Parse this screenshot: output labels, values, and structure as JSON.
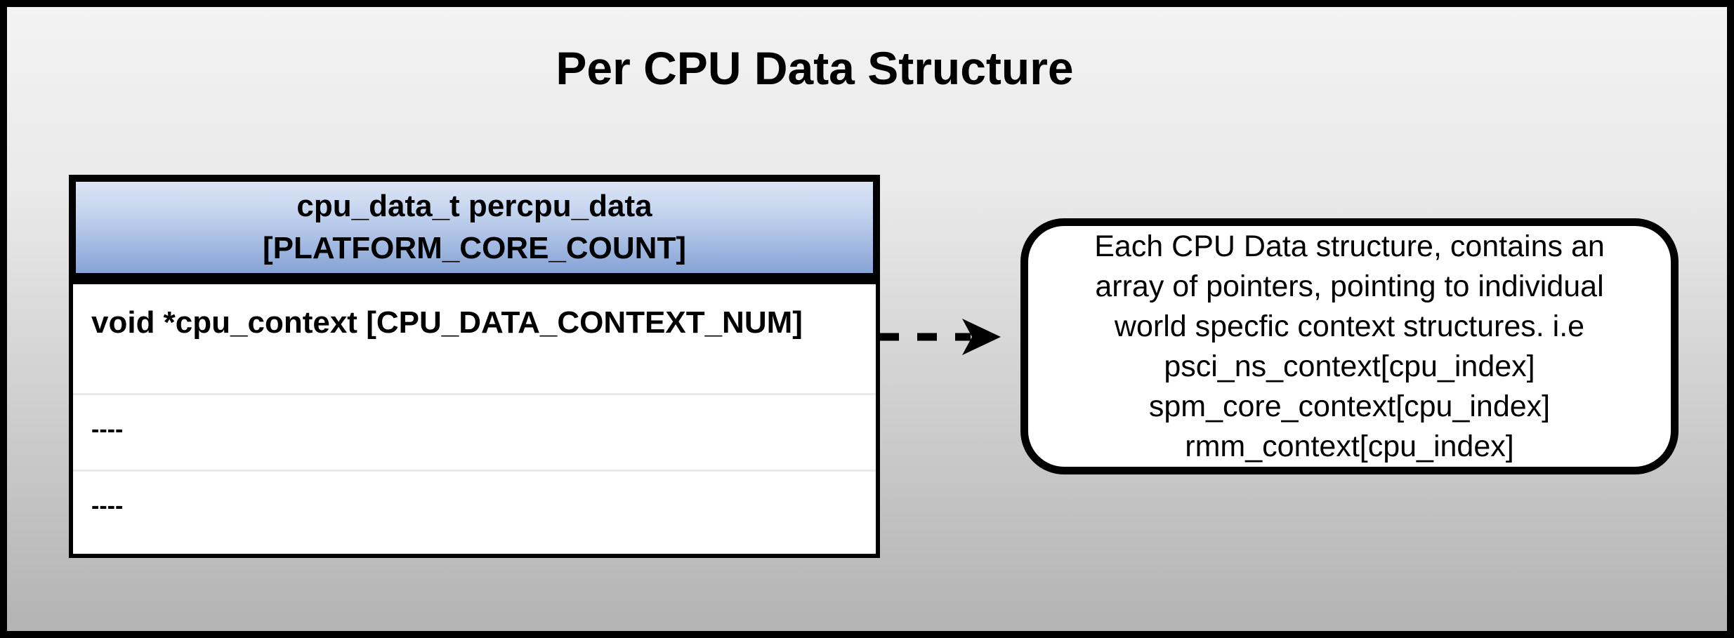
{
  "title": "Per CPU Data Structure",
  "table": {
    "header": {
      "line1": "cpu_data_t percpu_data",
      "line2": "[PLATFORM_CORE_COUNT]"
    },
    "rows": [
      "void *cpu_context [CPU_DATA_CONTEXT_NUM]",
      "----",
      "----"
    ]
  },
  "arrow": {
    "icon": "dashed-right-arrow"
  },
  "callout": {
    "lines": [
      "Each CPU Data structure, contains an",
      "array of pointers, pointing to individual",
      "world specfic context structures. i.e",
      "psci_ns_context[cpu_index]",
      "spm_core_context[cpu_index]",
      "rmm_context[cpu_index]"
    ]
  },
  "colors": {
    "frame_border": "#000000",
    "background_top": "#f3f3f3",
    "background_bottom": "#b3b3b3",
    "header_gradient_top": "#dbe4f5",
    "header_gradient_bottom": "#86a3d6",
    "box_fill": "#ffffff",
    "row_divider": "#eaeaea",
    "text": "#000000"
  }
}
